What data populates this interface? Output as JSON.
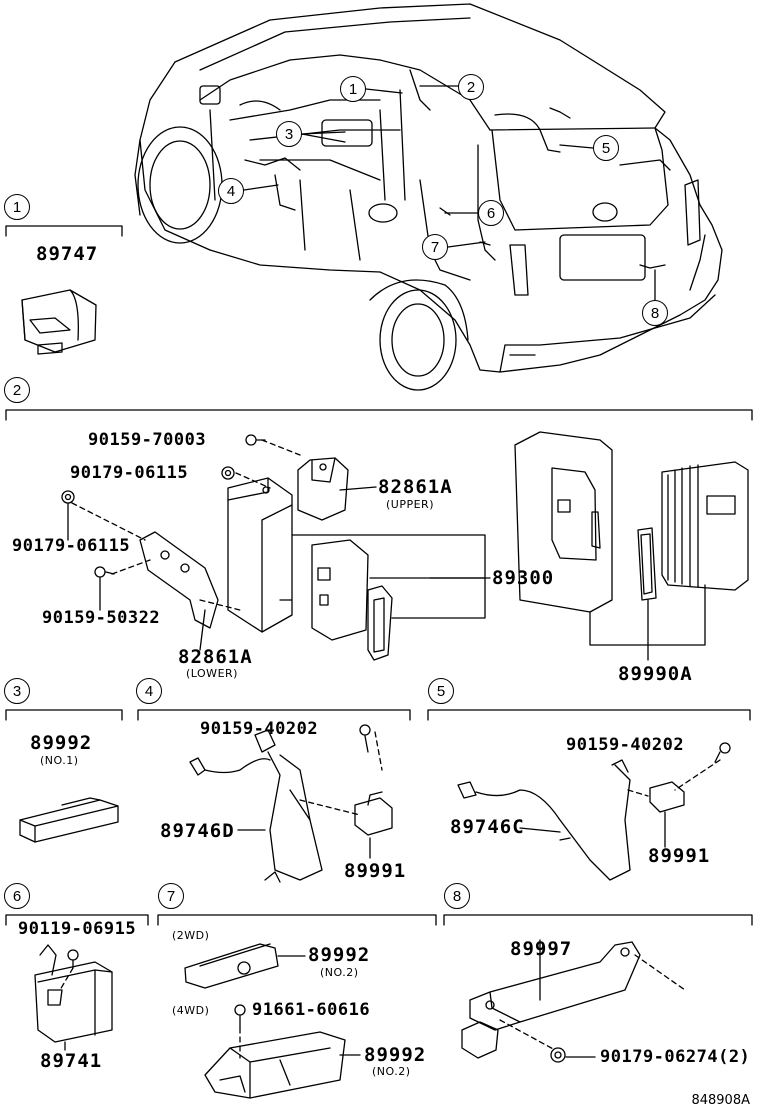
{
  "callouts": [
    "1",
    "2",
    "3",
    "4",
    "5",
    "6",
    "7",
    "8"
  ],
  "sections": {
    "s1": {
      "number": "1",
      "parts": {
        "main": "89747"
      }
    },
    "s2": {
      "number": "2",
      "parts": {
        "bolt_top": "90159-70003",
        "nut_top": "90179-06115",
        "bracket_upper": "82861A",
        "bracket_upper_note": "(UPPER)",
        "nut_left": "90179-06115",
        "bolt_left": "90159-50322",
        "bracket_lower": "82861A",
        "bracket_lower_note": "(LOWER)",
        "ecu": "89300",
        "key_set": "89990A"
      }
    },
    "s3": {
      "number": "3",
      "parts": {
        "main": "89992",
        "note": "(NO.1)"
      }
    },
    "s4": {
      "number": "4",
      "parts": {
        "bolt": "90159-40202",
        "wire": "89746D",
        "sensor": "89991"
      }
    },
    "s5": {
      "number": "5",
      "parts": {
        "bolt": "90159-40202",
        "wire": "89746C",
        "sensor": "89991"
      }
    },
    "s6": {
      "number": "6",
      "parts": {
        "bolt": "90119-06915",
        "main": "89741"
      }
    },
    "s7": {
      "number": "7",
      "parts": {
        "note_2wd": "(2WD)",
        "part_2wd": "89992",
        "part_2wd_note": "(NO.2)",
        "note_4wd": "(4WD)",
        "screw_4wd": "91661-60616",
        "part_4wd": "89992",
        "part_4wd_note": "(NO.2)"
      }
    },
    "s8": {
      "number": "8",
      "parts": {
        "main": "89997",
        "nut": "90179-06274(2)"
      }
    }
  },
  "footer": {
    "code": "848908A"
  }
}
